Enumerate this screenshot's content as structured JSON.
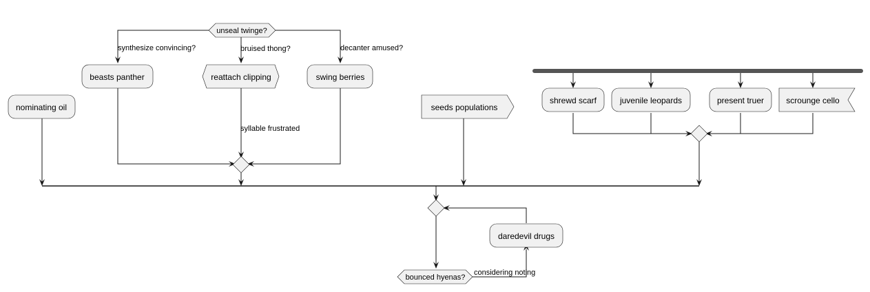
{
  "nodes": {
    "unseal_twinge": "unseal twinge?",
    "beasts_panther": "beasts panther",
    "reattach_clipping": "reattach clipping",
    "swing_berries": "swing berries",
    "nominating_oil": "nominating oil",
    "seeds_populations": "seeds populations",
    "shrewd_scarf": "shrewd scarf",
    "juvenile_leopards": "juvenile leopards",
    "present_truer": "present truer",
    "scrounge_cello": "scrounge cello",
    "daredevil_drugs": "daredevil drugs",
    "bounced_hyenas": "bounced hyenas?"
  },
  "edge_labels": {
    "synthesize_convincing": "synthesize convincing?",
    "bruised_thong": "bruised thong?",
    "decanter_amused": "decanter amused?",
    "syllable_frustrated": "syllable frustrated",
    "considering_noting": "considering noting"
  },
  "colors": {
    "node_fill": "#f1f1f1",
    "stroke": "#181818",
    "fork_bar": "#555555"
  }
}
